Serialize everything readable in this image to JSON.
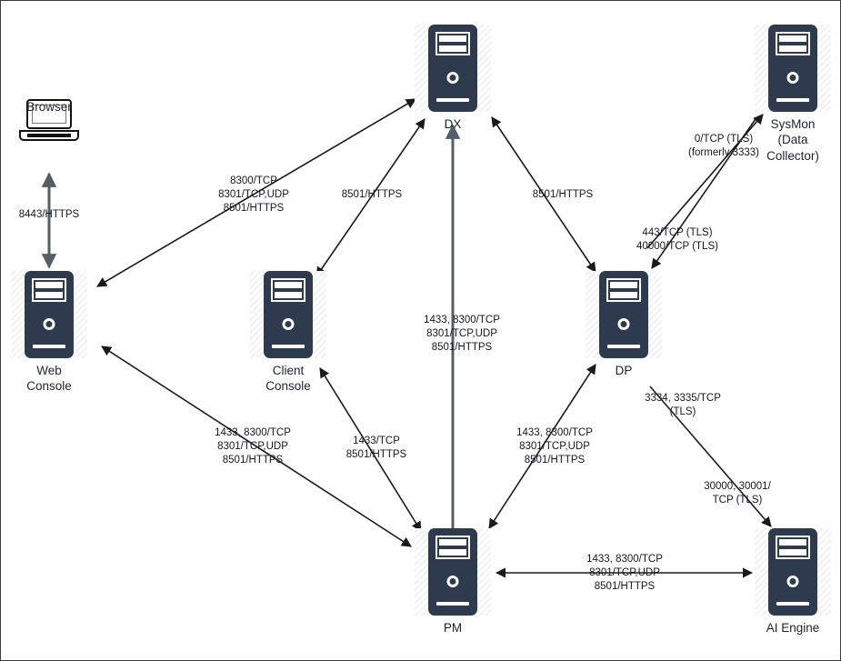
{
  "diagram": {
    "title": "Network Ports Communication Diagram",
    "background_color": "#ffffff",
    "border_color": "#3a3a3a",
    "node_color": "#2e3b4e",
    "line_color": "#1a1a1a",
    "text_color": "#15181f"
  },
  "nodes": [
    {
      "id": "browser",
      "label": "Browser",
      "icon": "laptop-icon"
    },
    {
      "id": "web_console",
      "label": "Web\nConsole",
      "icon": "server-icon"
    },
    {
      "id": "client_console",
      "label": "Client\nConsole",
      "icon": "server-icon"
    },
    {
      "id": "dx",
      "label": "DX",
      "icon": "server-icon"
    },
    {
      "id": "dp",
      "label": "DP",
      "icon": "server-icon"
    },
    {
      "id": "pm",
      "label": "PM",
      "icon": "server-icon"
    },
    {
      "id": "sysmon",
      "label": "SysMon\n(Data\nCollector)",
      "icon": "server-icon"
    },
    {
      "id": "ai_engine",
      "label": "AI Engine",
      "icon": "server-icon"
    }
  ],
  "node_labels": {
    "browser": "Browser",
    "web_console_line1": "Web",
    "web_console_line2": "Console",
    "client_console_line1": "Client",
    "client_console_line2": "Console",
    "dx": "DX",
    "dp": "DP",
    "pm": "PM",
    "sysmon_line1": "SysMon",
    "sysmon_line2": "(Data",
    "sysmon_line3": "Collector)",
    "ai_engine": "AI Engine"
  },
  "edge_labels": {
    "browser_web_console": "8443/HTTPS",
    "web_console_dx_line1": "8300/TCP",
    "web_console_dx_line2": "8301/TCP,UDP",
    "web_console_dx_line3": "8501/HTTPS",
    "client_console_dx": "8501/HTTPS",
    "dx_dp": "8501/HTTPS",
    "dx_pm_line1": "1433, 8300/TCP",
    "dx_pm_line2": "8301/TCP,UDP",
    "dx_pm_line3": "8501/HTTPS",
    "dp_sysmon_line1": "0/TCP (TLS)",
    "dp_sysmon_line2": "(formerly 3333)",
    "sysmon_dp_line1": "443/TCP (TLS)",
    "sysmon_dp_line2": "40000/TCP (TLS)",
    "web_console_pm_line1": "1433, 8300/TCP",
    "web_console_pm_line2": "8301/TCP,UDP",
    "web_console_pm_line3": "8501/HTTPS",
    "client_console_pm_line1": "1433/TCP",
    "client_console_pm_line2": "8501/HTTPS",
    "dp_pm_line1": "1433, 8300/TCP",
    "dp_pm_line2": "8301/TCP,UDP",
    "dp_pm_line3": "8501/HTTPS",
    "dp_ai_line1": "3334, 3335/TCP",
    "dp_ai_line2": "(TLS)",
    "ai_dp_line1": "30000, 30001/",
    "ai_dp_line2": "TCP (TLS)",
    "pm_ai_line1": "1433, 8300/TCP",
    "pm_ai_line2": "8301/TCP,UDP",
    "pm_ai_line3": "8501/HTTPS"
  },
  "connections": [
    {
      "from": "browser",
      "to": "web_console",
      "ports": [
        "8443/HTTPS"
      ],
      "arrow": "both"
    },
    {
      "from": "web_console",
      "to": "dx",
      "ports": [
        "8300/TCP",
        "8301/TCP,UDP",
        "8501/HTTPS"
      ],
      "arrow": "both"
    },
    {
      "from": "client_console",
      "to": "dx",
      "ports": [
        "8501/HTTPS"
      ],
      "arrow": "both"
    },
    {
      "from": "dx",
      "to": "dp",
      "ports": [
        "8501/HTTPS"
      ],
      "arrow": "both"
    },
    {
      "from": "dx",
      "to": "pm",
      "ports": [
        "1433, 8300/TCP",
        "8301/TCP,UDP",
        "8501/HTTPS"
      ],
      "arrow": "to-dx"
    },
    {
      "from": "dp",
      "to": "sysmon",
      "ports": [
        "0/TCP (TLS)",
        "(formerly 3333)"
      ],
      "arrow": "to-sysmon"
    },
    {
      "from": "sysmon",
      "to": "dp",
      "ports": [
        "443/TCP (TLS)",
        "40000/TCP (TLS)"
      ],
      "arrow": "to-dp"
    },
    {
      "from": "web_console",
      "to": "pm",
      "ports": [
        "1433, 8300/TCP",
        "8301/TCP,UDP",
        "8501/HTTPS"
      ],
      "arrow": "both"
    },
    {
      "from": "client_console",
      "to": "pm",
      "ports": [
        "1433/TCP",
        "8501/HTTPS"
      ],
      "arrow": "both"
    },
    {
      "from": "dp",
      "to": "pm",
      "ports": [
        "1433, 8300/TCP",
        "8301/TCP,UDP",
        "8501/HTTPS"
      ],
      "arrow": "both"
    },
    {
      "from": "dp",
      "to": "ai_engine",
      "ports": [
        "3334, 3335/TCP",
        "(TLS)"
      ],
      "arrow": "to-dp"
    },
    {
      "from": "ai_engine",
      "to": "dp",
      "ports": [
        "30000, 30001/",
        "TCP (TLS)"
      ],
      "arrow": "to-ai"
    },
    {
      "from": "pm",
      "to": "ai_engine",
      "ports": [
        "1433, 8300/TCP",
        "8301/TCP,UDP",
        "8501/HTTPS"
      ],
      "arrow": "both"
    }
  ]
}
